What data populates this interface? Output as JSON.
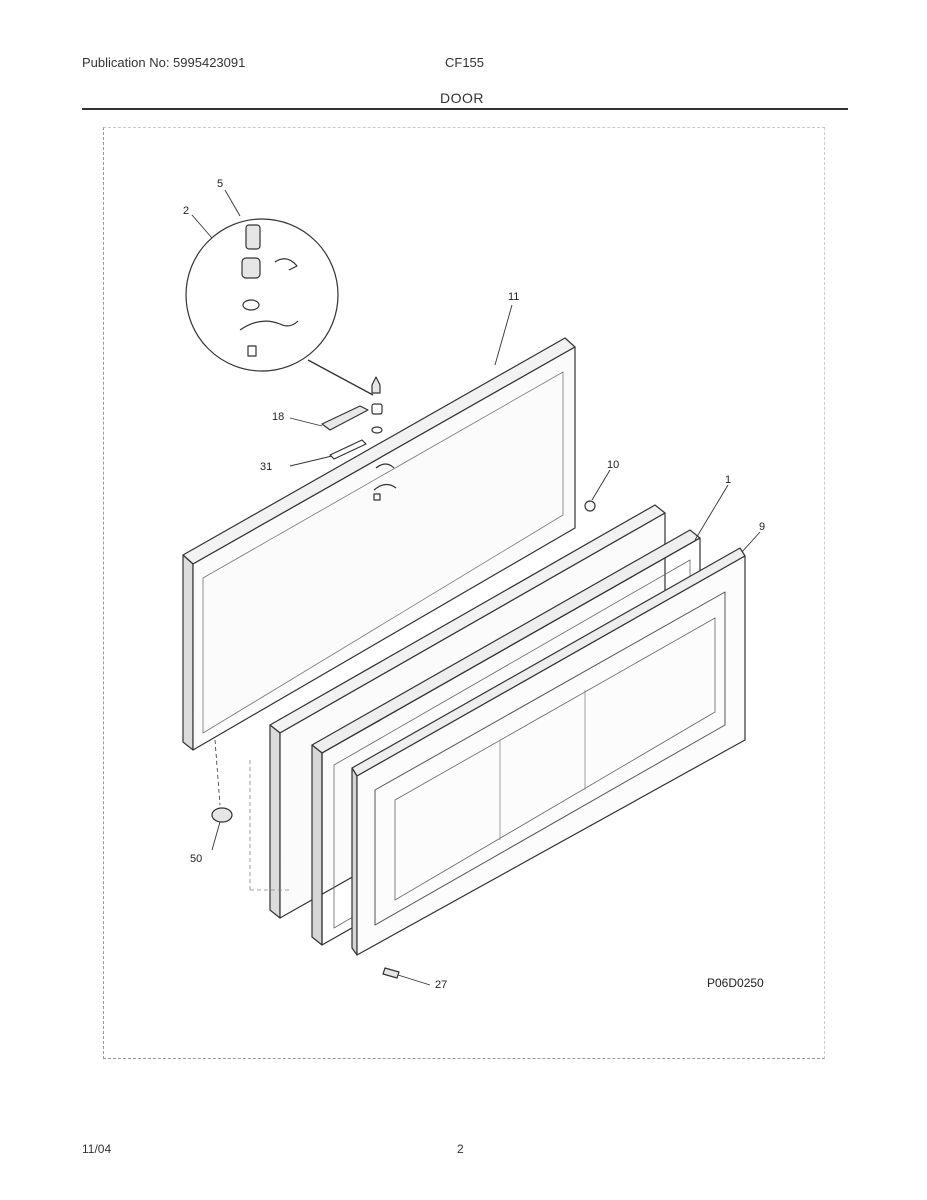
{
  "header": {
    "publication": "Publication No: 5995423091",
    "model": "CF155",
    "section": "DOOR"
  },
  "diagram": {
    "code": "P06D0250",
    "callouts": [
      "5",
      "2",
      "11",
      "18",
      "31",
      "10",
      "1",
      "9",
      "50",
      "27"
    ]
  },
  "footer": {
    "date": "11/04",
    "page": "2"
  }
}
